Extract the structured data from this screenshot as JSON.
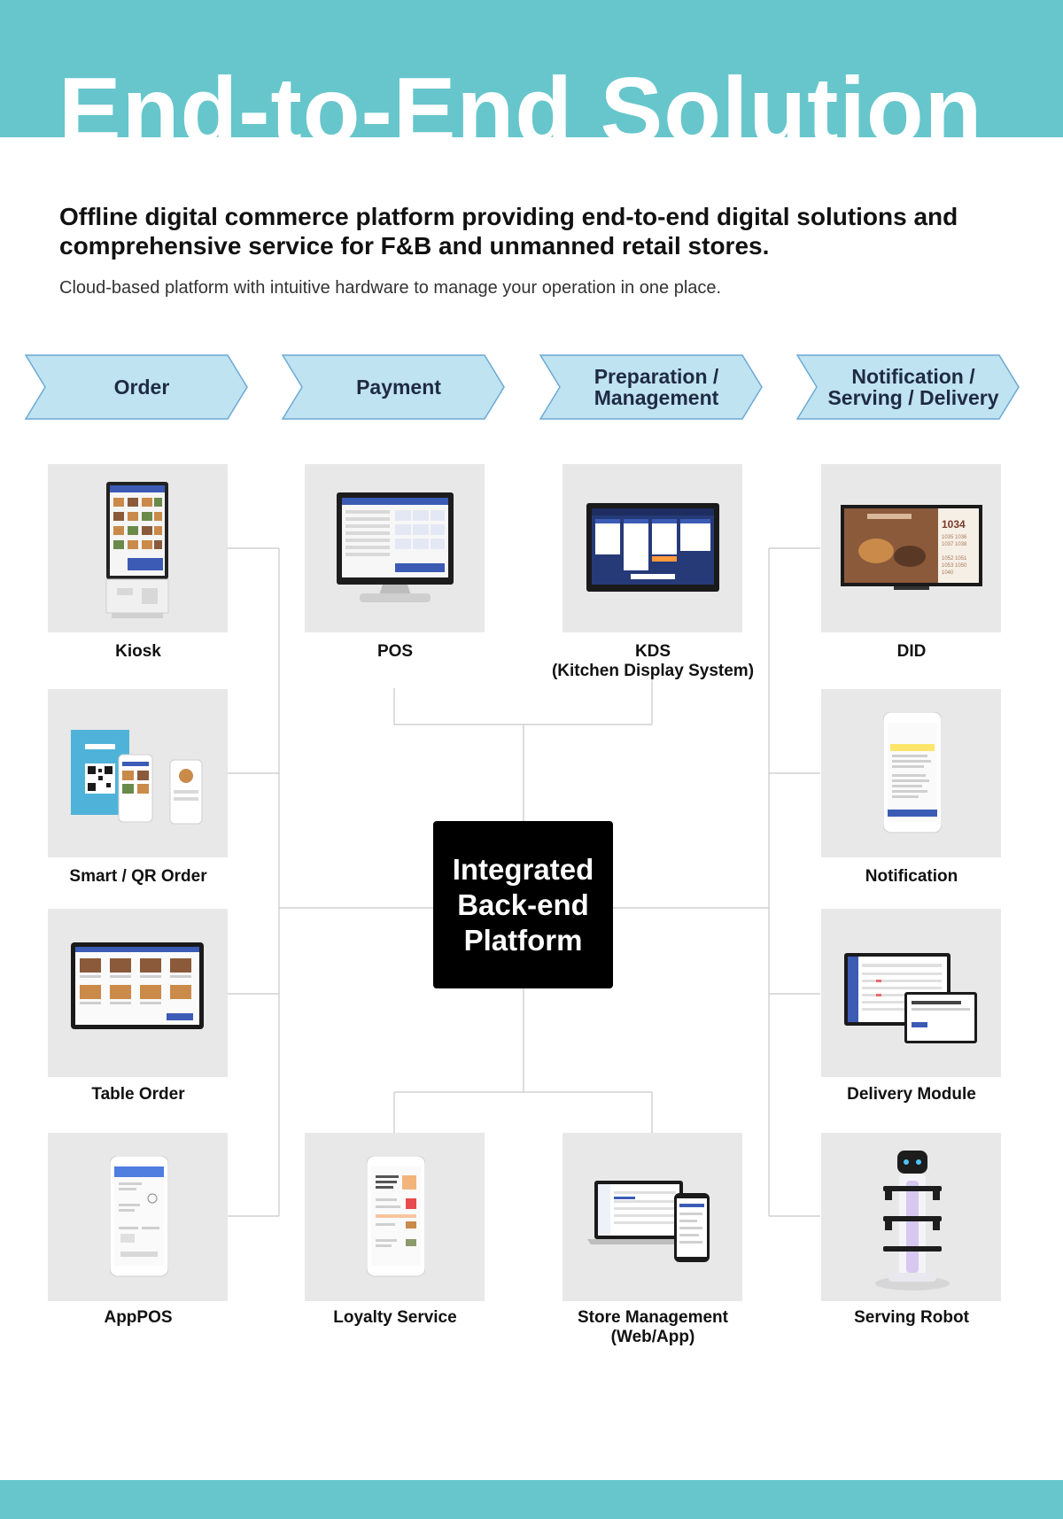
{
  "header": {
    "title": "End-to-End Solution",
    "headline": "Offline digital commerce platform  providing end-to-end digital solutions and comprehensive service for F&B and unmanned retail stores.",
    "subline": "Cloud-based platform with intuitive hardware to manage your operation in one place."
  },
  "stages": [
    {
      "label": "Order"
    },
    {
      "label": "Payment"
    },
    {
      "label": "Preparation /\nManagement"
    },
    {
      "label": "Notification /\nServing / Delivery"
    }
  ],
  "center": {
    "label": "Integrated\nBack-end\nPlatform"
  },
  "products": {
    "kiosk": {
      "label": "Kiosk",
      "icon": "kiosk-icon"
    },
    "pos": {
      "label": "POS",
      "icon": "pos-terminal-icon"
    },
    "kds": {
      "label": "KDS\n(Kitchen Display System)",
      "icon": "kitchen-display-icon"
    },
    "did": {
      "label": "DID",
      "icon": "digital-display-icon",
      "screen_number": "1034",
      "screen_numbers": [
        "1035 1036",
        "1037 1038",
        "1052 1051",
        "1053 1050",
        "1040"
      ]
    },
    "smart_qr": {
      "label": "Smart / QR Order",
      "icon": "qr-order-icon"
    },
    "notification": {
      "label": "Notification",
      "icon": "notification-phone-icon"
    },
    "table_order": {
      "label": "Table Order",
      "icon": "table-order-tablet-icon"
    },
    "delivery": {
      "label": "Delivery Module",
      "icon": "delivery-module-icon"
    },
    "apppos": {
      "label": "AppPOS",
      "icon": "app-pos-phone-icon"
    },
    "loyalty": {
      "label": "Loyalty Service",
      "icon": "loyalty-phone-icon"
    },
    "store_mgmt": {
      "label": "Store Management\n(Web/App)",
      "icon": "store-management-icon"
    },
    "robot": {
      "label": "Serving Robot",
      "icon": "serving-robot-icon"
    }
  },
  "colors": {
    "band": "#66c6cb",
    "chevron_fill": "#bfe3f0",
    "chevron_stroke": "#6ba9d6",
    "card": "#e8e8e8",
    "connector": "#c8c8c8",
    "center_box": "#000000"
  }
}
